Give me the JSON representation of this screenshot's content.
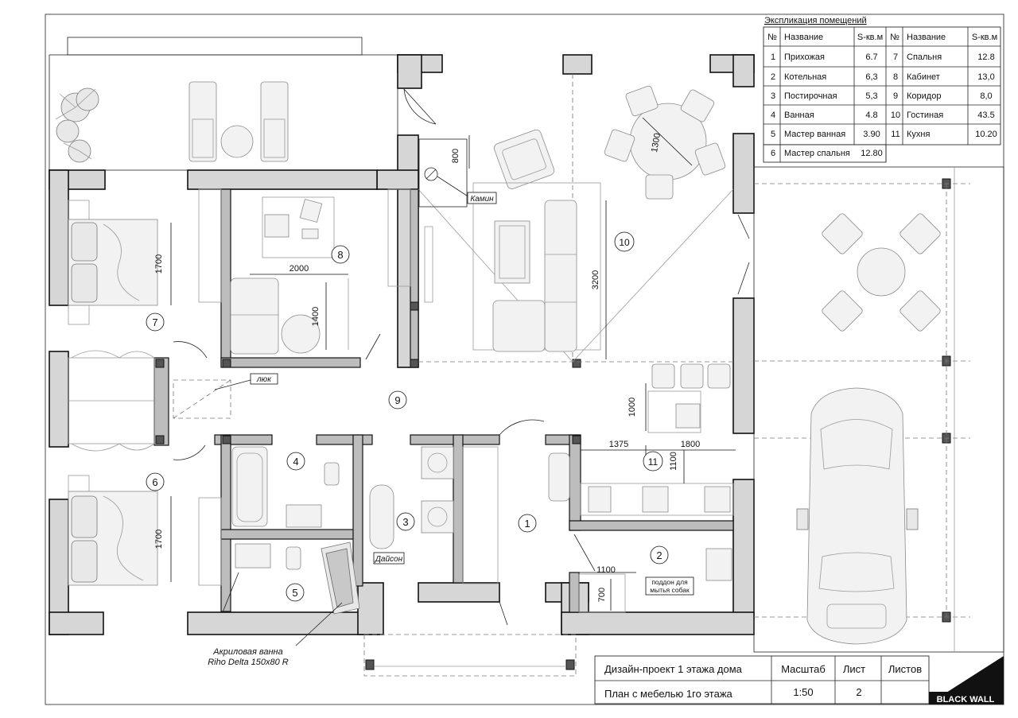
{
  "explication": {
    "title": "Экспликация помещений",
    "headers": {
      "num": "№",
      "name": "Название",
      "area": "S-кв.м"
    },
    "left": [
      {
        "n": "1",
        "name": "Прихожая",
        "s": "6.7"
      },
      {
        "n": "2",
        "name": "Котельная",
        "s": "6,3"
      },
      {
        "n": "3",
        "name": "Постирочная",
        "s": "5,3"
      },
      {
        "n": "4",
        "name": "Ванная",
        "s": "4.8"
      },
      {
        "n": "5",
        "name": "Мастер ванная",
        "s": "3.90"
      },
      {
        "n": "6",
        "name": "Мастер спальня",
        "s": "12.80"
      }
    ],
    "right": [
      {
        "n": "7",
        "name": "Спальня",
        "s": "12.8"
      },
      {
        "n": "8",
        "name": "Кабинет",
        "s": "13,0"
      },
      {
        "n": "9",
        "name": "Коридор",
        "s": "8,0"
      },
      {
        "n": "10",
        "name": "Гостиная",
        "s": "43.5"
      },
      {
        "n": "11",
        "name": "Кухня",
        "s": "10.20"
      }
    ]
  },
  "rooms": [
    "1",
    "2",
    "3",
    "4",
    "5",
    "6",
    "7",
    "8",
    "9",
    "10",
    "11"
  ],
  "dims": {
    "d800": "800",
    "d1300": "1300",
    "d3200": "3200",
    "d2000": "2000",
    "d1400": "1400",
    "d1700a": "1700",
    "d1700b": "1700",
    "d1000": "1000",
    "d1375": "1375",
    "d1800": "1800",
    "d1100a": "1100",
    "d1100b": "1100",
    "d700": "700"
  },
  "labels": {
    "fireplace": "Камин",
    "hatch": "люк",
    "dyson": "Дайсон",
    "tray_line1": "поддон для",
    "tray_line2": "мытья собак",
    "bath_line1": "Акриловая ванна",
    "bath_line2": "Riho Delta 150x80 R"
  },
  "stamp": {
    "project": "Дизайн-проект 1 этажа дома",
    "sheet_title": "План с мебелью 1го этажа",
    "scale_label": "Масштаб",
    "sheet_label": "Лист",
    "sheets_label": "Листов",
    "scale_value": "1:50",
    "sheet_value": "2",
    "sheets_value": ""
  },
  "brand": "BLACK WALL"
}
